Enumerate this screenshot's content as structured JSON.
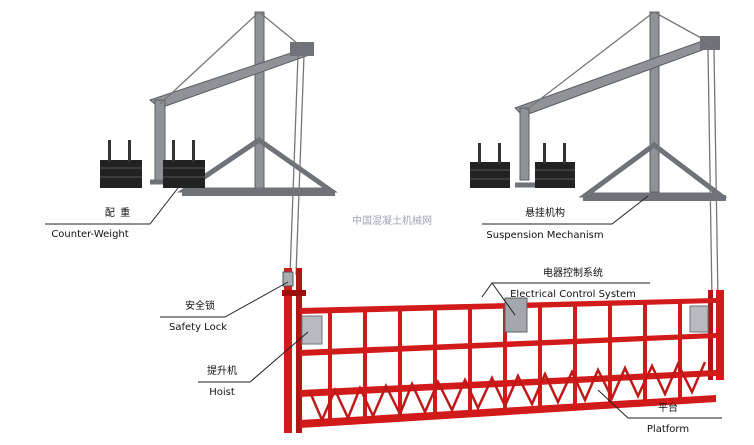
{
  "labels": {
    "counterweight": {
      "zh": "配  重",
      "en": "Counter-Weight"
    },
    "suspension": {
      "zh": "悬挂机构",
      "en": "Suspension Mechanism"
    },
    "electrical": {
      "zh": "电器控制系统",
      "en": "Electrical Control System"
    },
    "safety_lock": {
      "zh": "安全锁",
      "en": "Safety Lock"
    },
    "hoist": {
      "zh": "提升机",
      "en": "Hoist"
    },
    "platform": {
      "zh": "平台",
      "en": "Platform"
    }
  },
  "watermark": "中国混凝土机械网",
  "colors": {
    "steel": "#8f9297",
    "steel_dark": "#5c5f64",
    "weight": "#222222",
    "platform_red": "#d11a1a",
    "platform_dark": "#9b0f0f",
    "wire": "#777777"
  }
}
